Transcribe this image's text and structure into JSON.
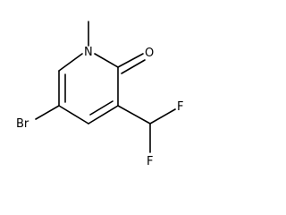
{
  "molecule": {
    "atoms": {
      "n1": "N",
      "o1": "O",
      "br": "Br",
      "f1": "F",
      "f2": "F"
    }
  }
}
